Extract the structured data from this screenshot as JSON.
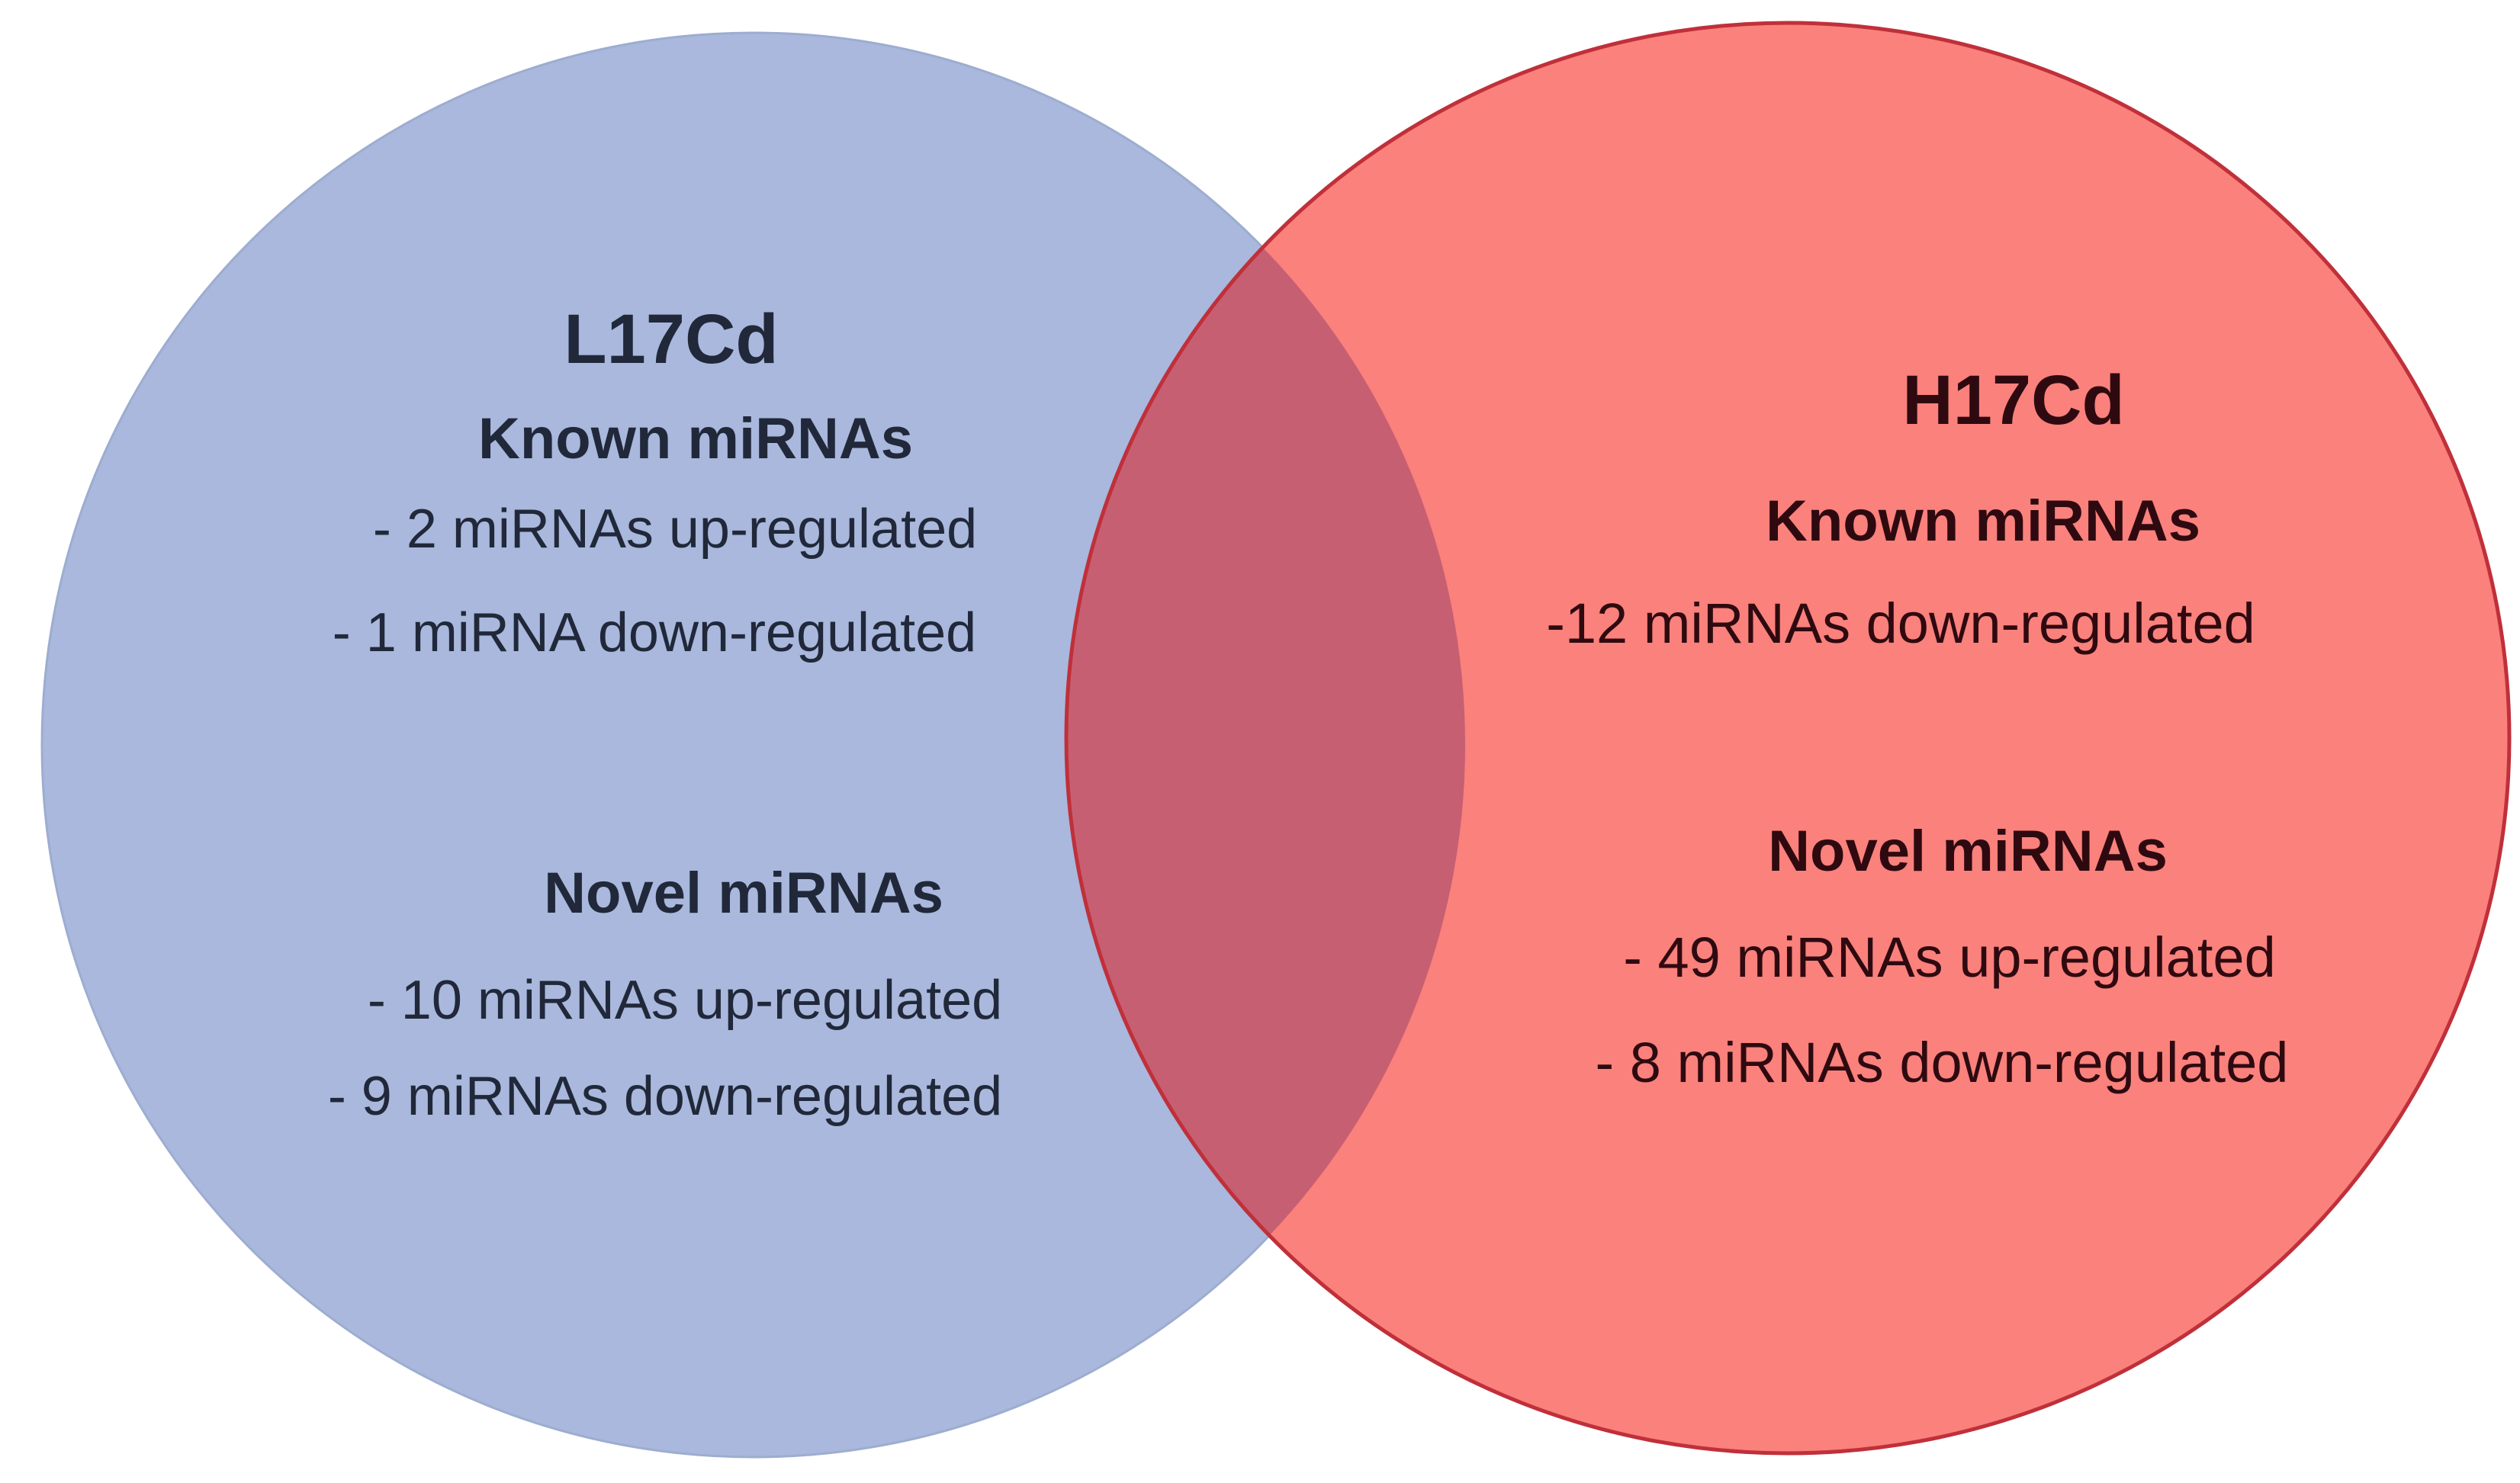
{
  "diagram": {
    "background_color": "#ffffff",
    "left_circle": {
      "title": "L17Cd",
      "fill_color": "#a9b8dc",
      "edge_color": "#9dadd0",
      "text_color": "#20283a",
      "sections": [
        {
          "heading": "Known miRNAs",
          "items": [
            "- 2 miRNAs up-regulated",
            "- 1 miRNA down-regulated"
          ]
        },
        {
          "heading": "Novel miRNAs",
          "items": [
            "- 10 miRNAs up-regulated",
            "- 9 miRNAs down-regulated"
          ]
        }
      ]
    },
    "right_circle": {
      "title": "H17Cd",
      "fill_color": "#fa817c",
      "border_color": "#c0303a",
      "text_color": "#2e0a10",
      "sections": [
        {
          "heading": "Known miRNAs",
          "items": [
            "-12 miRNAs down-regulated"
          ]
        },
        {
          "heading": "Novel miRNAs",
          "items": [
            "- 49 miRNAs up-regulated",
            "- 8 miRNAs down-regulated"
          ]
        }
      ]
    },
    "overlap_color": "#c75f72"
  }
}
